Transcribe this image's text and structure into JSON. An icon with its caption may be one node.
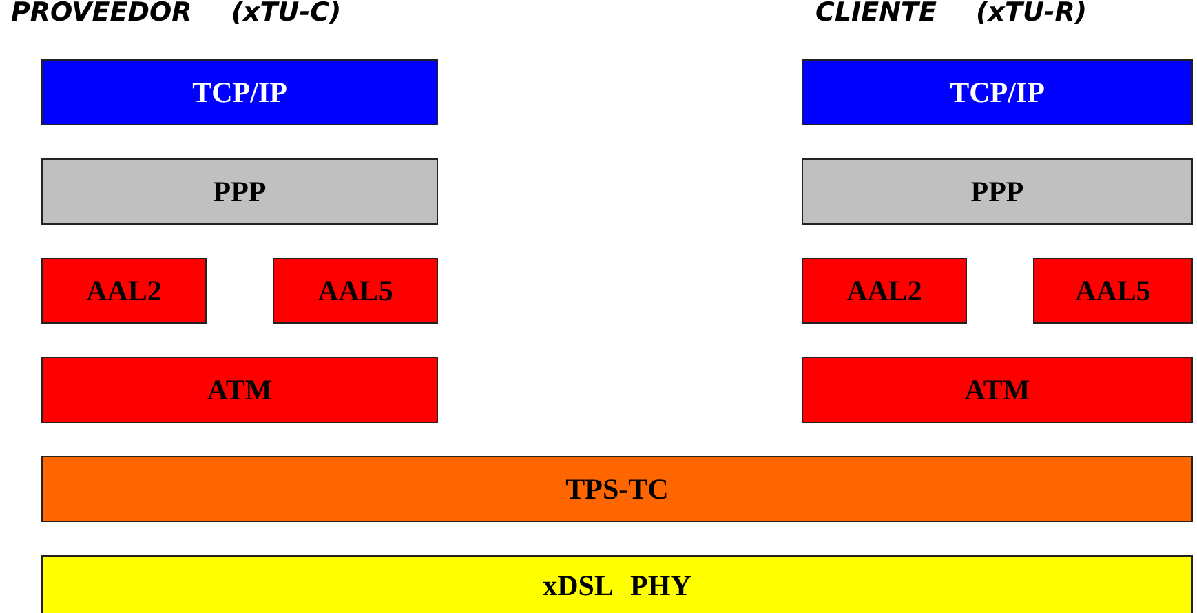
{
  "diagram": {
    "nodes": [
      {
        "text": [
          "TCP/IP"
        ]
      },
      {
        "text": [
          "TCP/IP"
        ]
      },
      {
        "text": [
          "PPP"
        ]
      },
      {
        "text": [
          "PPP"
        ]
      },
      {
        "text": [
          "AAL2"
        ]
      },
      {
        "text": [
          "AAL5"
        ]
      },
      {
        "text": [
          "AAL2"
        ]
      },
      {
        "text": [
          "AAL5"
        ]
      },
      {
        "text": [
          "ATM"
        ]
      },
      {
        "text": [
          "ATM"
        ]
      },
      {
        "text": [
          "TPS-TC"
        ]
      },
      {
        "text": [
          "xDSL PHY"
        ]
      }
    ],
    "labels": [
      "PROVEEDOR (xTU-C)",
      "CLIENTE (xTU-R)"
    ]
  }
}
